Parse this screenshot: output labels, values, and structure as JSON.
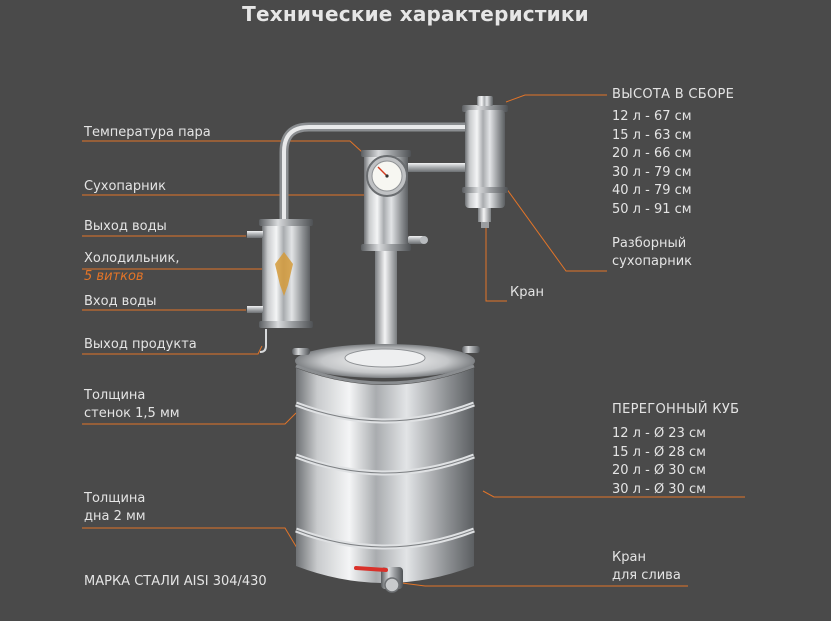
{
  "title": "Технические характеристики",
  "labels": {
    "steam_temp": "Температура пара",
    "dry_steamer": "Сухопарник",
    "water_out": "Выход воды",
    "cooler": "Холодильник,",
    "cooler_turns": "5 витков",
    "water_in": "Вход воды",
    "product_out": "Выход продукта",
    "wall_thickness_1": "Толщина",
    "wall_thickness_2": "стенок 1,5 мм",
    "bottom_thickness_1": "Толщина",
    "bottom_thickness_2": "дна 2 мм",
    "steel_grade": "МАРКА СТАЛИ AISI 304/430",
    "tap": "Кран",
    "collapsible_1": "Разборный",
    "collapsible_2": "сухопарник",
    "drain_tap_1": "Кран",
    "drain_tap_2": "для слива"
  },
  "assembled_height": {
    "heading": "ВЫСОТА В СБОРЕ",
    "items": [
      "12 л - 67 см",
      "15 л - 63 см",
      "20 л - 66 см",
      "30 л - 79 см",
      "40 л - 79 см",
      "50 л - 91 см"
    ]
  },
  "distill_cube": {
    "heading": "ПЕРЕГОННЫЙ КУБ",
    "items": [
      "12 л - Ø 23 см",
      "15 л - Ø 28 см",
      "20 л - Ø 30 см",
      "30 л - Ø 30 см"
    ]
  },
  "colors": {
    "accent": "#e27428",
    "background": "#4a4a4a",
    "text": "#e4e4e4"
  }
}
